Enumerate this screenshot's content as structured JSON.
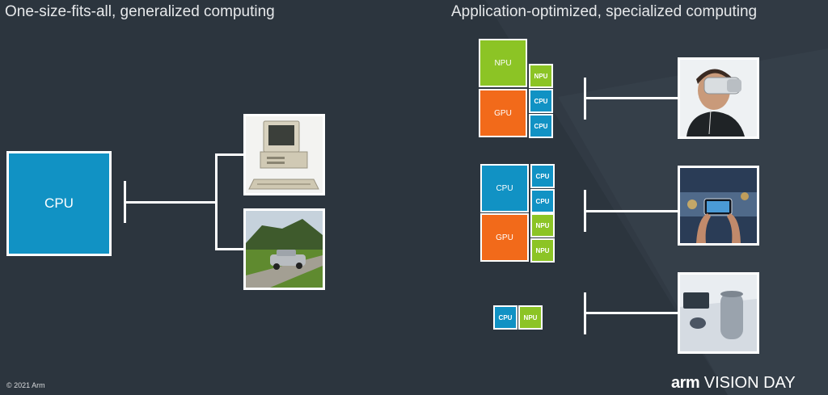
{
  "left": {
    "title": "One-size-fits-all, generalized computing",
    "cpu_label": "CPU"
  },
  "right": {
    "title": "Application-optimized, specialized computing",
    "group1": {
      "npu_big": "NPU",
      "npu_small": "NPU",
      "gpu": "GPU",
      "cpu_a": "CPU",
      "cpu_b": "CPU"
    },
    "group2": {
      "cpu_big": "CPU",
      "cpu_a": "CPU",
      "cpu_b": "CPU",
      "gpu": "GPU",
      "npu_a": "NPU",
      "npu_b": "NPU"
    },
    "group3": {
      "cpu": "CPU",
      "npu": "NPU"
    }
  },
  "images": [
    "retro-computer",
    "car-on-road",
    "vr-headset-user",
    "phone-in-hands",
    "smart-speaker"
  ],
  "footer": {
    "copyright": "© 2021 Arm",
    "brand_bold": "arm",
    "brand_rest": "VISION DAY"
  },
  "colors": {
    "cpu": "#1192c4",
    "npu": "#8cc425",
    "gpu": "#f26a1a",
    "background": "#2c353e"
  }
}
